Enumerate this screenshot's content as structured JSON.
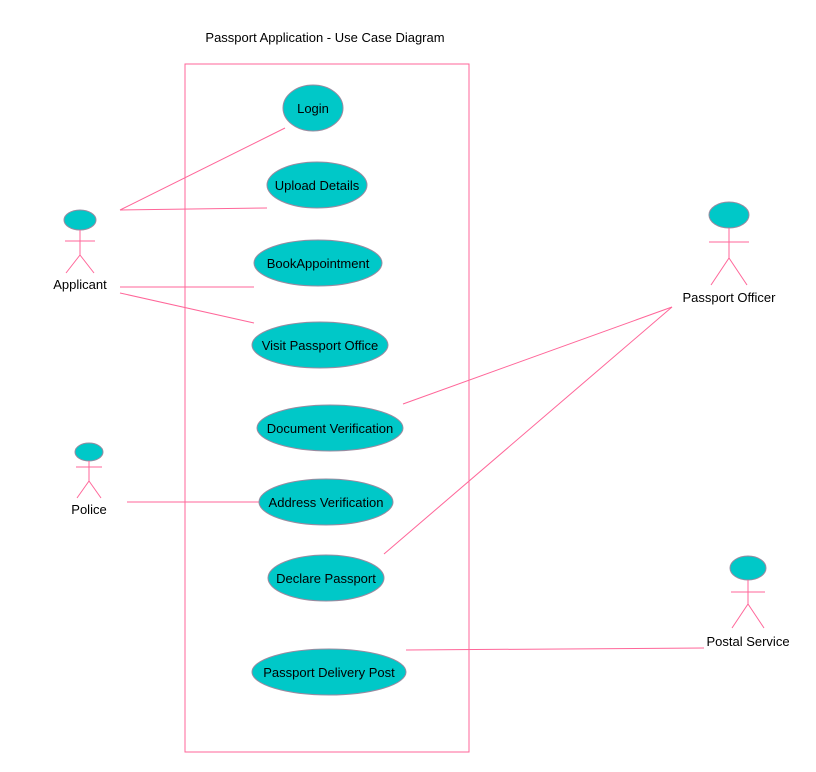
{
  "title": "Passport Application - Use Case Diagram",
  "colors": {
    "line": "#ff6699",
    "usecase_fill": "#00c8c8",
    "usecase_stroke": "#9a8aa0",
    "actor_head_fill": "#00c8c8",
    "background": "#ffffff"
  },
  "use_cases": {
    "login": "Login",
    "upload_details": "Upload Details",
    "book_appointment": "BookAppointment",
    "visit_passport_office": "Visit Passport Office",
    "document_verification": "Document Verification",
    "address_verification": "Address Verification",
    "declare_passport": "Declare Passport",
    "passport_delivery_post": "Passport Delivery Post"
  },
  "actors": {
    "applicant": "Applicant",
    "passport_officer": "Passport Officer",
    "police": "Police",
    "postal_service": "Postal Service"
  },
  "associations": [
    [
      "applicant",
      "login"
    ],
    [
      "applicant",
      "upload_details"
    ],
    [
      "applicant",
      "book_appointment"
    ],
    [
      "applicant",
      "visit_passport_office"
    ],
    [
      "passport_officer",
      "document_verification"
    ],
    [
      "passport_officer",
      "declare_passport"
    ],
    [
      "police",
      "address_verification"
    ],
    [
      "postal_service",
      "passport_delivery_post"
    ]
  ]
}
